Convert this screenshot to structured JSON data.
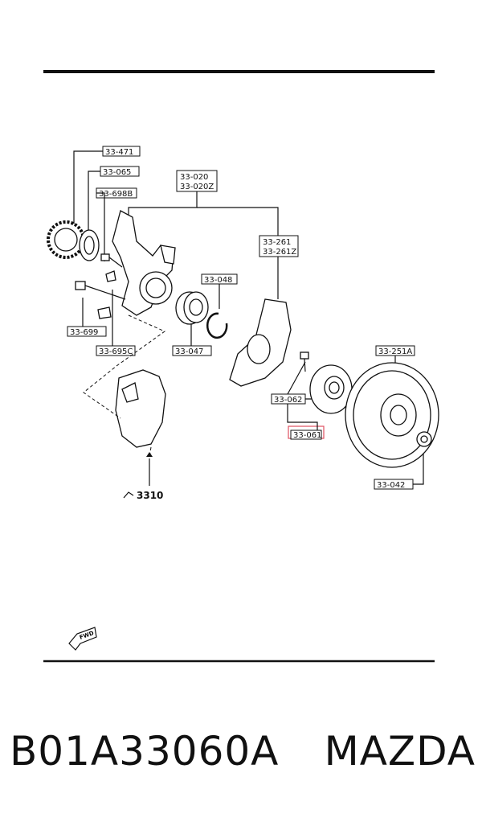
{
  "labels": {
    "p33_471": "33-471",
    "p33_065": "33-065",
    "p33_698b": "33-698B",
    "p33_020": "33-020",
    "p33_020z": "33-020Z",
    "p33_261": "33-261",
    "p33_261z": "33-261Z",
    "p33_048": "33-048",
    "p33_699": "33-699",
    "p33_695c": "33-695C",
    "p33_047": "33-047",
    "p33_251a": "33-251A",
    "p33_062": "33-062",
    "p33_061": "33-061",
    "p33_042": "33-042",
    "ref_3310": "3310",
    "fwd": "FWD"
  },
  "highlight_color": "#e05060",
  "footer": {
    "part_number": "B01A33060A",
    "brand": "MAZDA"
  }
}
